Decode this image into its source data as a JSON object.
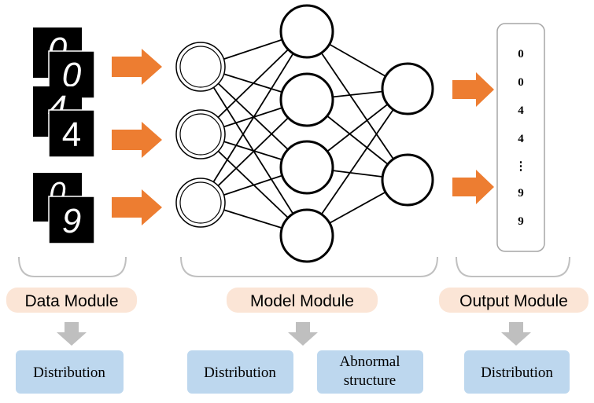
{
  "digit_pairs": [
    {
      "back": "0",
      "front": "0"
    },
    {
      "back": "4",
      "front": "4"
    },
    {
      "back": "0",
      "front": "9"
    }
  ],
  "output_values": [
    "0",
    "0",
    "4",
    "4",
    "⋮",
    "9",
    "9"
  ],
  "modules": {
    "data": {
      "label": "Data Module",
      "properties": [
        "Distribution"
      ]
    },
    "model": {
      "label": "Model Module",
      "properties": [
        "Distribution",
        "Abnormal structure"
      ]
    },
    "output": {
      "label": "Output Module",
      "properties": [
        "Distribution"
      ]
    }
  },
  "colors": {
    "arrow": "#ED7D31",
    "module_label_fill": "#FBE5D6",
    "property_box_fill": "#BDD7EE",
    "down_arrow": "#BFBFBF",
    "bracket": "#C0C0C0"
  },
  "network": {
    "input_nodes": 3,
    "hidden_nodes": 4,
    "output_nodes": 2
  },
  "icons": {
    "flow_arrow": "right-arrow-icon",
    "down_arrow": "down-arrow-icon"
  }
}
